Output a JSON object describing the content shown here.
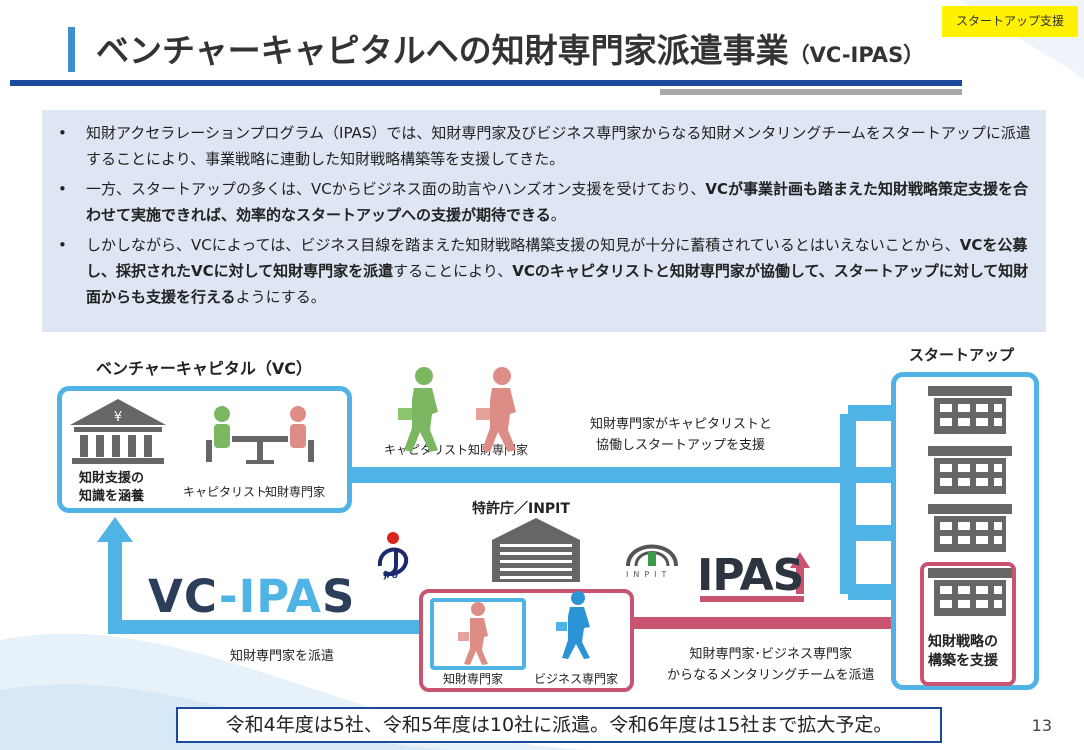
{
  "header": {
    "tag": "スタートアップ支援",
    "title_main": "ベンチャーキャピタルへの知財専門家派遣事業",
    "title_sub": "（VC-IPAS）"
  },
  "bullets": [
    {
      "parts": [
        {
          "text": "知財アクセラレーションプログラム（IPAS）では、知財専門家及びビジネス専門家からなる知財メンタリングチームをスタートアップに派遣することにより、事業戦略に連動した知財戦略構築等を支援してきた。",
          "bold": false
        }
      ]
    },
    {
      "parts": [
        {
          "text": "一方、スタートアップの多くは、VCからビジネス面の助言やハンズオン支援を受けており、",
          "bold": false
        },
        {
          "text": "VCが事業計画も踏まえた知財戦略策定支援を合わせて実施できれば、効率的なスタートアップへの支援が期待できる",
          "bold": true
        },
        {
          "text": "。",
          "bold": false
        }
      ]
    },
    {
      "parts": [
        {
          "text": "しかしながら、VCによっては、ビジネス目線を踏まえた知財戦略構築支援の知見が十分に蓄積されているとはいえないことから、",
          "bold": false
        },
        {
          "text": "VCを公募し、採択されたVCに対して知財専門家を派遣",
          "bold": true
        },
        {
          "text": "することにより、",
          "bold": false
        },
        {
          "text": "VCのキャピタリストと知財専門家が協働して、スタートアップに対して知財面からも支援を行える",
          "bold": true
        },
        {
          "text": "ようにする。",
          "bold": false
        }
      ]
    }
  ],
  "diagram": {
    "vc_title": "ベンチャーキャピタル（VC）",
    "vc_bank_label_1": "知財支援の",
    "vc_bank_label_2": "知識を涵養",
    "vc_capitalist": "キャピタリスト",
    "vc_expert": "知財専門家",
    "mid_capitalist": "キャピタリスト",
    "mid_expert": "知財専門家",
    "collab_1": "知財専門家がキャピタリストと",
    "collab_2": "協働しスタートアップを支援",
    "startup_title": "スタートアップ",
    "startup_red_1": "知財戦略の",
    "startup_red_2": "構築を支援",
    "jpo_title": "特許庁／INPIT",
    "jpo_logo_text": "JPO",
    "inpit_logo_text": "INPIT",
    "vcipas_logo_a": "VC",
    "vcipas_logo_b": "-IPA",
    "vcipas_logo_c": "S",
    "ipas_logo": "IPAS",
    "dispatch_label": "知財専門家を派遣",
    "jpo_expert": "知財専門家",
    "jpo_business": "ビジネス専門家",
    "mentoring_1": "知財専門家･ビジネス専門家",
    "mentoring_2": "からなるメンタリングチームを派遣"
  },
  "footer": {
    "note": "令和4年度は5社、令和5年度は10社に派遣。令和6年度は15社まで拡大予定。",
    "page": "13"
  },
  "colors": {
    "accent_blue": "#4fb3e6",
    "navy": "#1b4a9c",
    "rose": "#c9546f",
    "highlight": "#fff200"
  }
}
